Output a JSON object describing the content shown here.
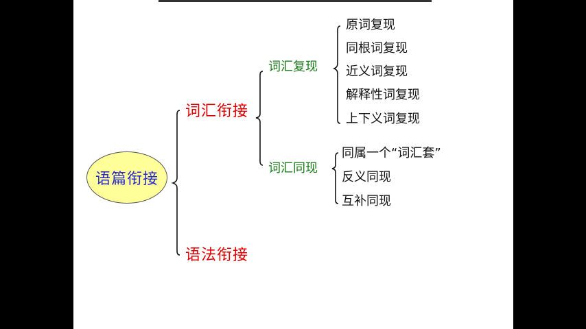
{
  "root": {
    "label": "语篇衔接"
  },
  "lexical": {
    "label": "词汇衔接",
    "reiteration": {
      "label": "词汇复现",
      "items": [
        "原词复现",
        "同根词复现",
        "近义词复现",
        "解释性词复现",
        "上下义词复现"
      ]
    },
    "collocation": {
      "label": "词汇同现",
      "items": [
        "同属一个“词汇套”",
        "反义同现",
        "互补同现"
      ]
    }
  },
  "grammatical": {
    "label": "语法衔接"
  }
}
